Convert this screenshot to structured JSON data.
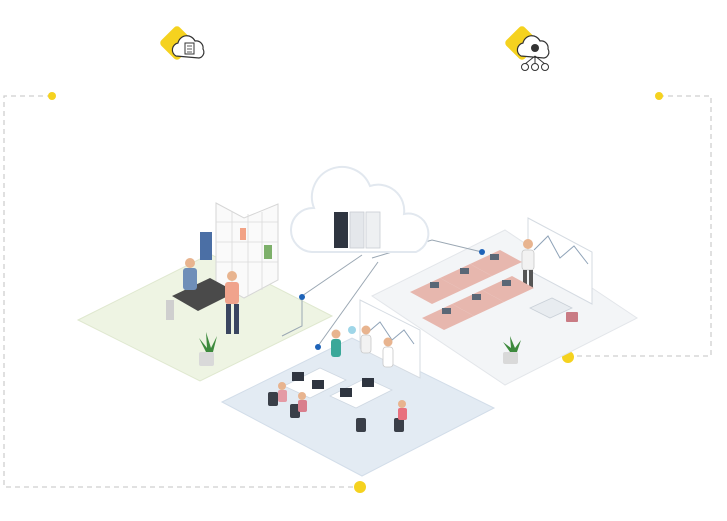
{
  "diagram": {
    "nodes": [
      {
        "id": "cloud-server",
        "icon": "cloud-server-icon"
      },
      {
        "id": "office",
        "icon": "office-zone"
      },
      {
        "id": "dev-lab",
        "icon": "computer-lab-zone"
      },
      {
        "id": "classroom",
        "icon": "classroom-zone"
      },
      {
        "id": "badge-left",
        "icon": "cloud-document-icon"
      },
      {
        "id": "badge-right",
        "icon": "cloud-network-icon"
      }
    ],
    "edges": [
      {
        "from": "cloud-server",
        "to": "office"
      },
      {
        "from": "cloud-server",
        "to": "dev-lab"
      },
      {
        "from": "cloud-server",
        "to": "classroom"
      }
    ]
  },
  "colors": {
    "accent": "#f5d21f",
    "connector": "#cfcfcf",
    "node": "#1e63b8",
    "office_floor": "#eef4e3",
    "lab_floor": "#e3ebf3",
    "class_floor": "#f3f5f7",
    "cloud": "#ffffff",
    "server_dark": "#2f3540"
  }
}
